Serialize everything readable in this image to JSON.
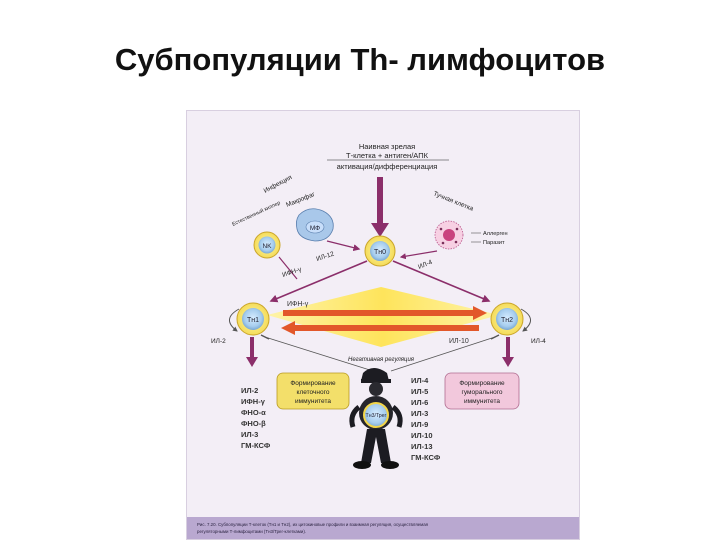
{
  "slide": {
    "title": "Субпопуляции Th- лимфоцитов"
  },
  "diagram": {
    "top_block": [
      "Наивная зрелая",
      "Т-клетка + антиген/АПК",
      "активация/дифференциация"
    ],
    "infection_label": "Инфекция",
    "nk_label": "Естественный киллер",
    "macrophage_label": "Макрофаг",
    "mast_label": "Тучная клетка",
    "allergen_label": "Аллерген",
    "parasite_label": "Паразит",
    "nk": "NK",
    "mf": "МФ",
    "th0": "Тн0",
    "th1": "Тн1",
    "th2": "Тн2",
    "il12": "ИЛ-12",
    "ifn_left": "ИФН-γ",
    "il4_top": "ИЛ-4",
    "band_left": "ИФН-γ",
    "band_right": "ИЛ-10",
    "il2_side": "ИЛ-2",
    "il4_side": "ИЛ-4",
    "neg_reg": "Негативная регуляция",
    "cell_immunity": [
      "Формирование",
      "клеточного",
      "иммунитета"
    ],
    "humoral_immunity": [
      "Формирование",
      "гуморального",
      "иммунитета"
    ],
    "left_cytokines": [
      "ИЛ-2",
      "ИФН-γ",
      "ФНО-α",
      "ФНО-β",
      "ИЛ-3",
      "ГМ-КСФ"
    ],
    "right_cytokines": [
      "ИЛ-4",
      "ИЛ-5",
      "ИЛ-6",
      "ИЛ-3",
      "ИЛ-9",
      "ИЛ-10",
      "ИЛ-13",
      "ГМ-КСФ"
    ],
    "treg": "Тн3/Трег",
    "caption": [
      "Рис. 7.20. Субпопуляции Т-клеток (Тн1 и Тн2), их цитокиновые профили и взаимная регуляция, осуществляемая",
      "регуляторными Т-лимфоцитами (Тн3/Трег-клетками)."
    ]
  }
}
